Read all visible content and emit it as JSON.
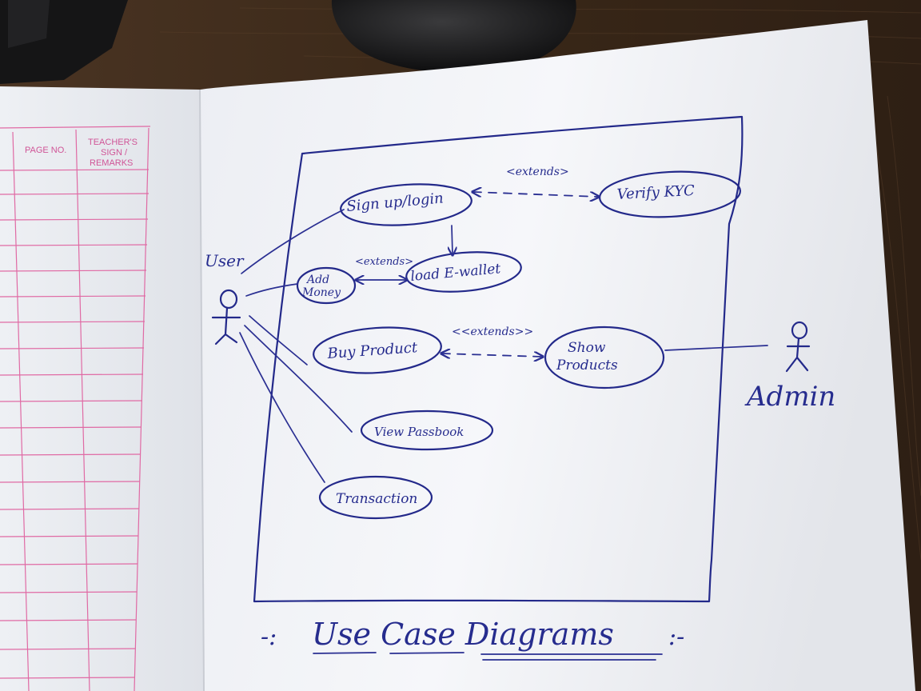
{
  "notebook_margin": {
    "col_page_no": "PAGE NO.",
    "col_remarks_line1": "TEACHER'S",
    "col_remarks_line2": "SIGN /",
    "col_remarks_line3": "REMARKS"
  },
  "diagram": {
    "title": "Use Case Diagrams",
    "title_decor_left": "-:",
    "title_decor_right": ":-",
    "actors": [
      {
        "id": "user",
        "label": "User"
      },
      {
        "id": "admin",
        "label": "Admin"
      }
    ],
    "use_cases": [
      {
        "id": "signup",
        "label": "Sign up/login"
      },
      {
        "id": "verify",
        "label": "Verify KYC"
      },
      {
        "id": "add_money",
        "label_line1": "Add",
        "label_line2": "Money"
      },
      {
        "id": "ewallet",
        "label": "load E-wallet"
      },
      {
        "id": "buy",
        "label": "Buy Product"
      },
      {
        "id": "show",
        "label_line1": "Show",
        "label_line2": "Products"
      },
      {
        "id": "passbook",
        "label": "View Passbook"
      },
      {
        "id": "transaction",
        "label": "Transaction"
      }
    ],
    "relations": [
      {
        "from": "signup",
        "to": "verify",
        "type": "extends",
        "label": "<extends>"
      },
      {
        "from": "add_money",
        "to": "ewallet",
        "type": "extends",
        "label": "<extends>"
      },
      {
        "from": "buy",
        "to": "show",
        "type": "extends",
        "label": "<<extends>>"
      },
      {
        "from": "signup",
        "to": "ewallet",
        "type": "arrow"
      }
    ],
    "colors": {
      "ink": "#23298a",
      "paper": "#f4f5f8",
      "margin_lines": "#e06aa4",
      "desk": "#3b2a1c"
    }
  }
}
